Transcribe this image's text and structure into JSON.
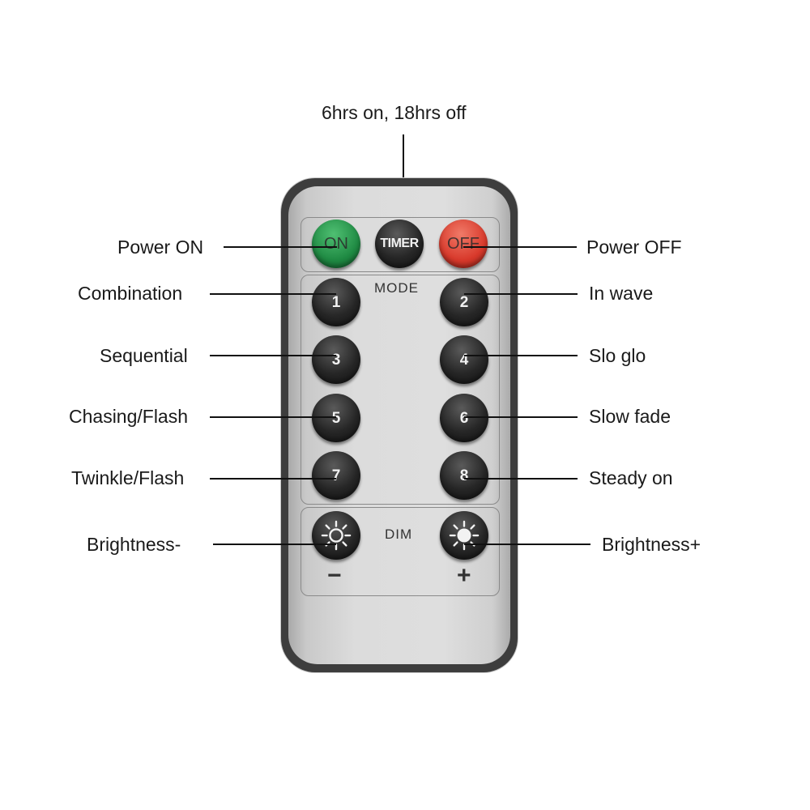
{
  "top_callout": "6hrs on, 18hrs off",
  "left_labels": {
    "power_on": "Power ON",
    "combination": "Combination",
    "sequential": "Sequential",
    "chasing": "Chasing/Flash",
    "twinkle": "Twinkle/Flash",
    "brightness_minus": "Brightness-"
  },
  "right_labels": {
    "power_off": "Power OFF",
    "in_wave": "In wave",
    "slo_glo": "Slo glo",
    "slow_fade": "Slow fade",
    "steady_on": "Steady on",
    "brightness_plus": "Brightness+"
  },
  "remote": {
    "on": "ON",
    "timer": "TIMER",
    "off": "OFF",
    "mode_label": "MODE",
    "dim_label": "DIM",
    "minus": "−",
    "plus": "+",
    "mode_buttons": [
      "1",
      "2",
      "3",
      "4",
      "5",
      "6",
      "7",
      "8"
    ]
  },
  "colors": {
    "on_button": "#1f8a43",
    "off_button": "#d8392b",
    "dark_button": "#262626",
    "remote_face": "#dcdcdc",
    "remote_frame": "#3d3d3d"
  }
}
